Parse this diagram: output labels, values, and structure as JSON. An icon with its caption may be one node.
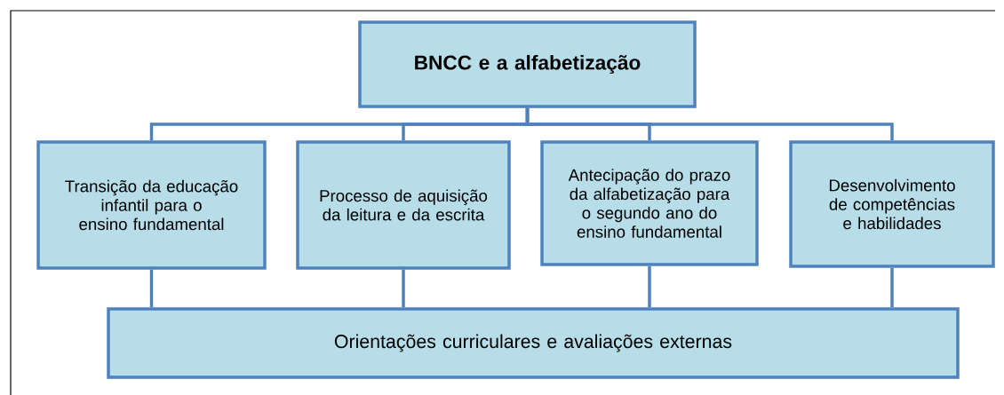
{
  "diagram": {
    "nodes": [
      {
        "text": [
          "BNCC e a alfabetização"
        ]
      },
      {
        "text": [
          "Transição da educação infantil para o ensino fundamental"
        ]
      },
      {
        "text": [
          "Processo de aquisição da leitura e da escrita"
        ]
      },
      {
        "text": [
          "Antecipação do prazo da alfabetização para o segundo ano do ensino fundamental"
        ]
      },
      {
        "text": [
          "Desenvolvimento de competências e habilidades"
        ]
      },
      {
        "text": [
          "Orientações curriculares e avaliações externas"
        ]
      }
    ],
    "edges": [
      {
        "from": 0,
        "to": 1,
        "arrow": "none"
      },
      {
        "from": 0,
        "to": 2,
        "arrow": "none"
      },
      {
        "from": 0,
        "to": 3,
        "arrow": "none"
      },
      {
        "from": 0,
        "to": 4,
        "arrow": "none"
      },
      {
        "from": 1,
        "to": 5,
        "arrow": "none"
      },
      {
        "from": 2,
        "to": 5,
        "arrow": "none"
      },
      {
        "from": 3,
        "to": 5,
        "arrow": "none"
      },
      {
        "from": 4,
        "to": 5,
        "arrow": "none"
      }
    ]
  }
}
